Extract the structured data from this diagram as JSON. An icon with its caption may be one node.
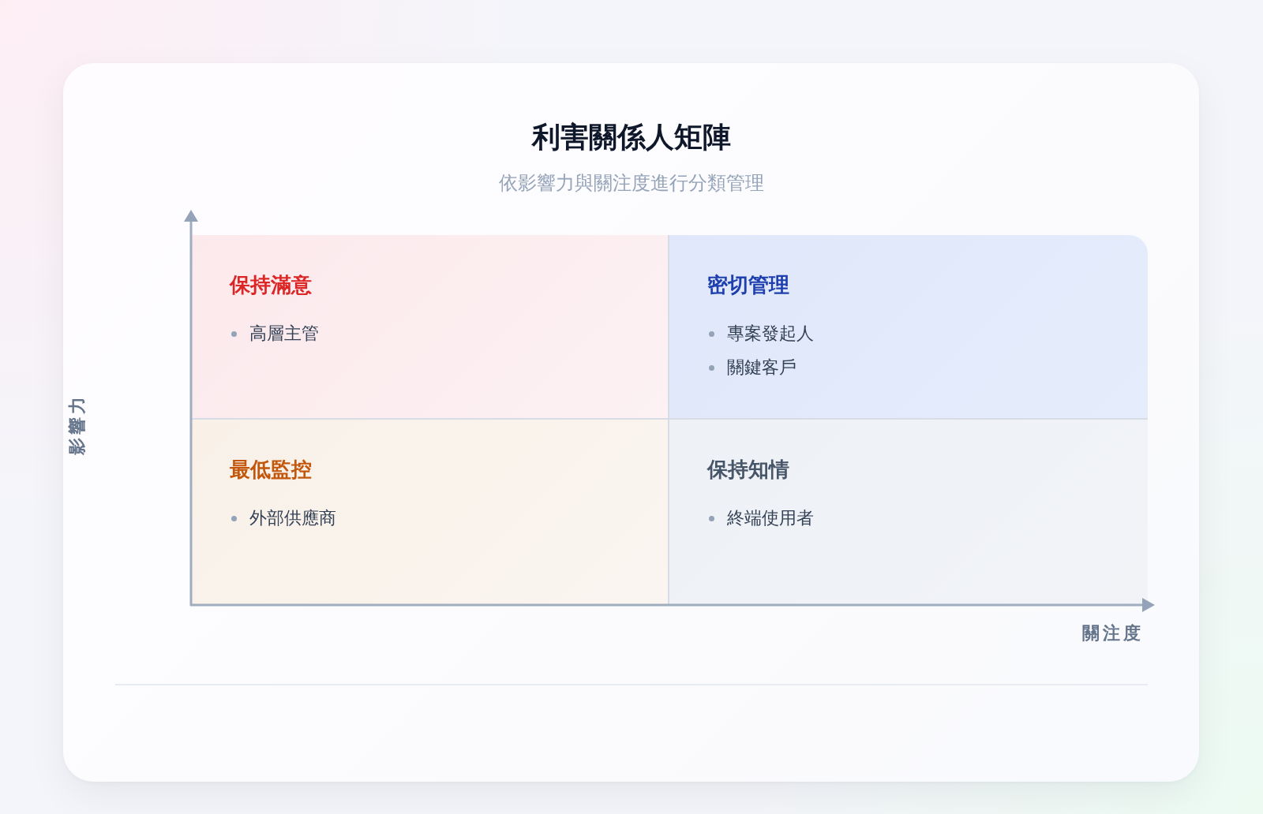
{
  "diagram": {
    "title": "利害關係人矩陣",
    "nodes": [
      {
        "text": [
          "保持滿意",
          "高層主管"
        ]
      },
      {
        "text": [
          "密切管理",
          "專案發起人",
          "關鍵客戶"
        ]
      },
      {
        "text": [
          "最低監控",
          "外部供應商"
        ]
      },
      {
        "text": [
          "保持知情",
          "終端使用者"
        ]
      }
    ],
    "labels": [
      "依影響力與關注度進行分類管理",
      "影響力",
      "關注度"
    ]
  }
}
